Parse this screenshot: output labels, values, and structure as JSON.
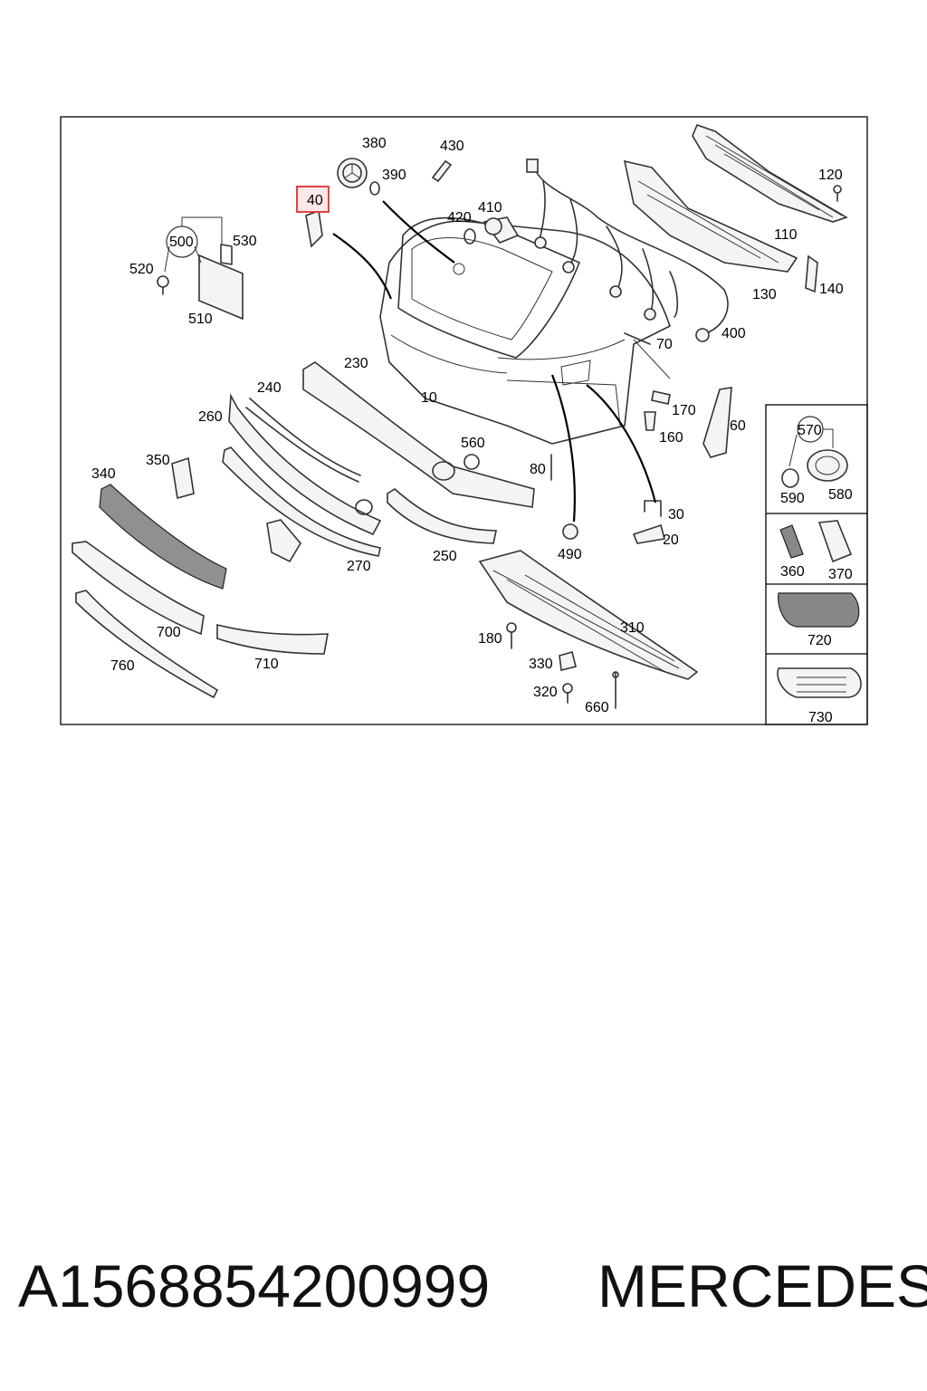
{
  "callouts": {
    "c10": "10",
    "c20": "20",
    "c30": "30",
    "c40": "40",
    "c60": "60",
    "c70": "70",
    "c80": "80",
    "c110": "110",
    "c120": "120",
    "c130": "130",
    "c140": "140",
    "c160": "160",
    "c170": "170",
    "c180": "180",
    "c230": "230",
    "c240": "240",
    "c250": "250",
    "c260": "260",
    "c270": "270",
    "c310": "310",
    "c320": "320",
    "c330": "330",
    "c340": "340",
    "c350": "350",
    "c360": "360",
    "c370": "370",
    "c380": "380",
    "c390": "390",
    "c400": "400",
    "c410": "410",
    "c420": "420",
    "c430": "430",
    "c490": "490",
    "c500": "500",
    "c510": "510",
    "c520": "520",
    "c530": "530",
    "c560": "560",
    "c570": "570",
    "c580": "580",
    "c590": "590",
    "c660": "660",
    "c700": "700",
    "c710": "710",
    "c720": "720",
    "c730": "730",
    "c760": "760"
  },
  "highlighted_callout": "40",
  "highlight_color": "#e03030",
  "footer": {
    "part_number": "A1568854200999",
    "brand": "MERCEDES"
  }
}
